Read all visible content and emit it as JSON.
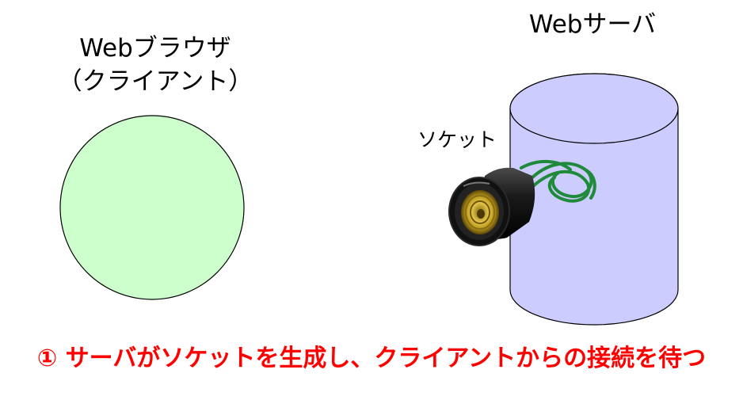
{
  "client": {
    "title_line1": "Webブラウザ",
    "title_line2": "（クライアント）",
    "fill": "#ccffcc"
  },
  "server": {
    "title": "Webサーバ",
    "fill": "#ccccff"
  },
  "socket": {
    "label": "ソケット",
    "wire_color": "#1f8a3a"
  },
  "caption": {
    "text": "① サーバがソケットを生成し、クライアントからの接続を待つ",
    "color": "#ff0000"
  }
}
